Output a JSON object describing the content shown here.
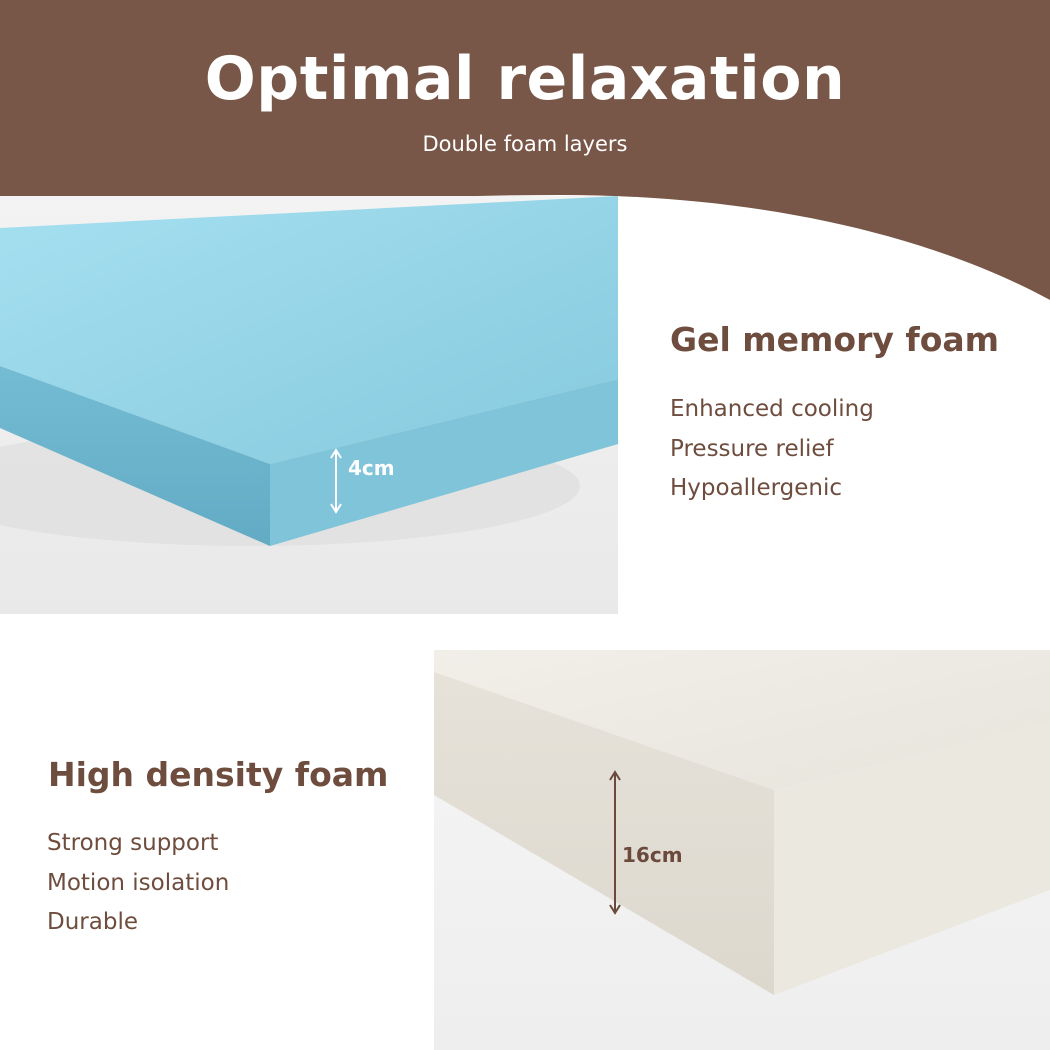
{
  "header": {
    "title": "Optimal relaxation",
    "subtitle": "Double foam layers"
  },
  "colors": {
    "brand_brown": "#785748",
    "text_brown": "#6e4d3e",
    "gel_foam_blue": "#8ccfe3",
    "high_density_foam_cream": "#ebe8e0",
    "white": "#ffffff"
  },
  "gel_layer": {
    "title": "Gel memory foam",
    "features": [
      "Enhanced cooling",
      "Pressure relief",
      "Hypoallergenic"
    ],
    "thickness_label": "4cm"
  },
  "high_density_layer": {
    "title": "High density foam",
    "features": [
      "Strong support",
      "Motion isolation",
      "Durable"
    ],
    "thickness_label": "16cm"
  }
}
